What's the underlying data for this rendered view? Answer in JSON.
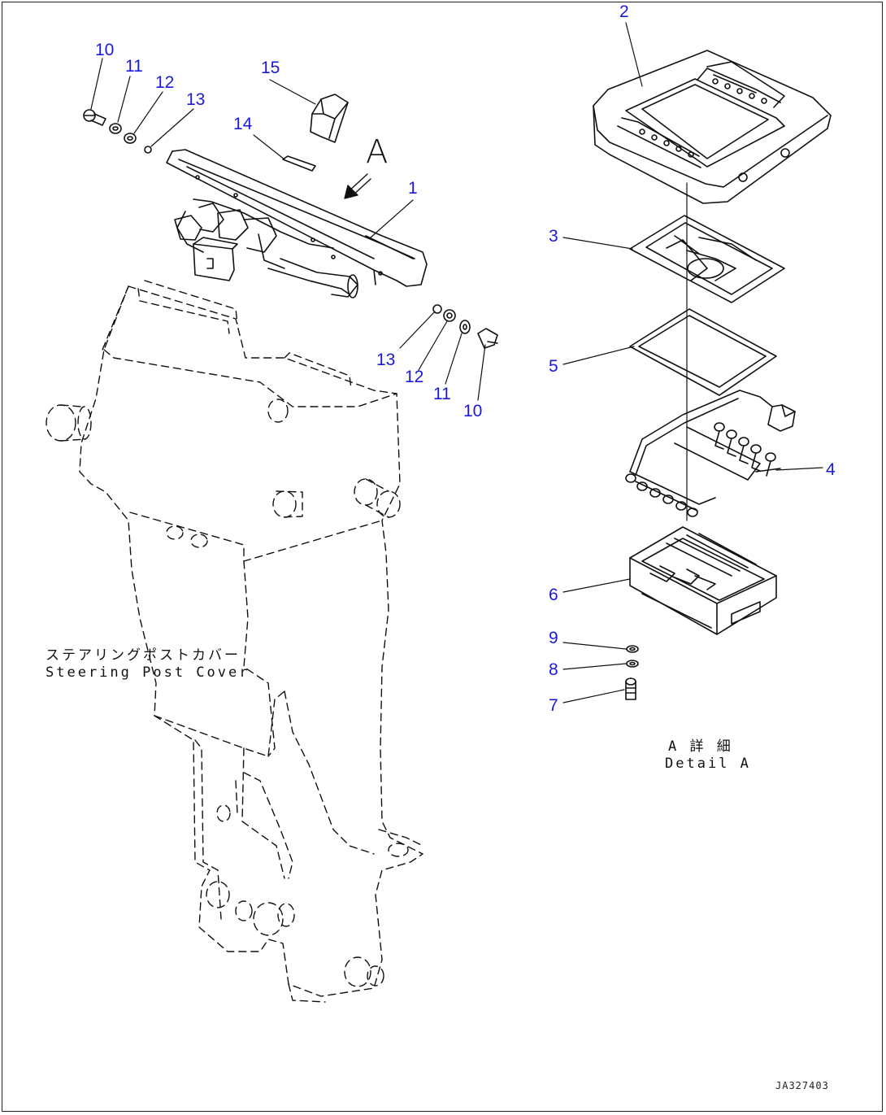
{
  "callouts": {
    "c1": "1",
    "c2": "2",
    "c3": "3",
    "c4": "4",
    "c5": "5",
    "c6": "6",
    "c7": "7",
    "c8": "8",
    "c9": "9",
    "c10a": "10",
    "c11a": "11",
    "c12a": "12",
    "c13a": "13",
    "c14": "14",
    "c15": "15",
    "c13b": "13",
    "c12b": "12",
    "c11b": "11",
    "c10b": "10"
  },
  "view_marker": "A",
  "steering_note": {
    "jp": "ステアリングポストカバー",
    "en": "Steering Post Cover"
  },
  "detail_note": {
    "jp": "A 詳 細",
    "en": "Detail A"
  },
  "doc_id": "JA327403",
  "colors": {
    "callout": "#1a1adb",
    "line": "#111111"
  }
}
